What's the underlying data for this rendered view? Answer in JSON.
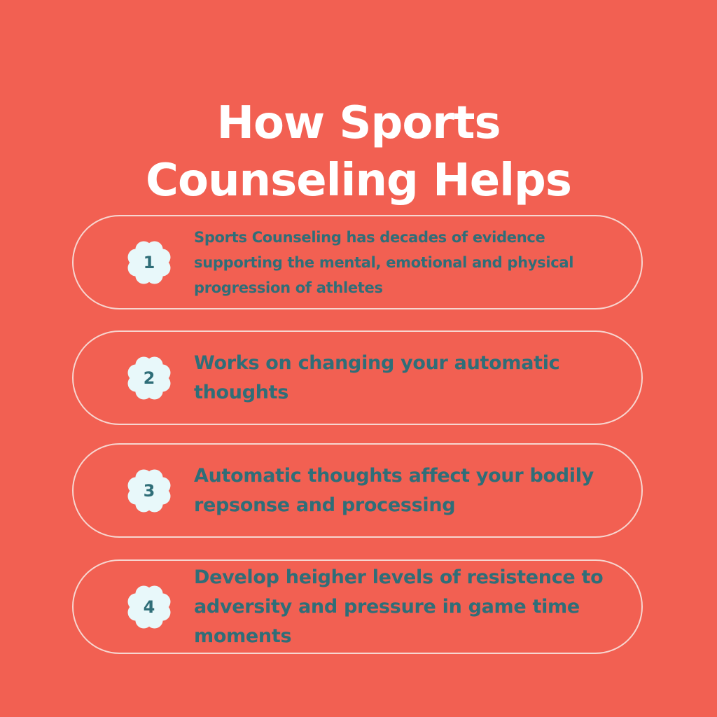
{
  "title": {
    "line1": "How Sports",
    "line2": "Counseling Helps"
  },
  "colors": {
    "background": "#F26052",
    "text": "#2F6E78",
    "badge": "#E8F8FA",
    "border": "#F7D6D0"
  },
  "items": [
    {
      "number": "1",
      "text": "Sports Counseling has decades of evidence supporting the mental, emotional and physical progression of athletes"
    },
    {
      "number": "2",
      "text": "Works on changing your automatic thoughts"
    },
    {
      "number": "3",
      "text": "Automatic thoughts affect your bodily repsonse and processing"
    },
    {
      "number": "4",
      "text": "Develop heigher levels of resistence to adversity and pressure in game time moments"
    }
  ]
}
